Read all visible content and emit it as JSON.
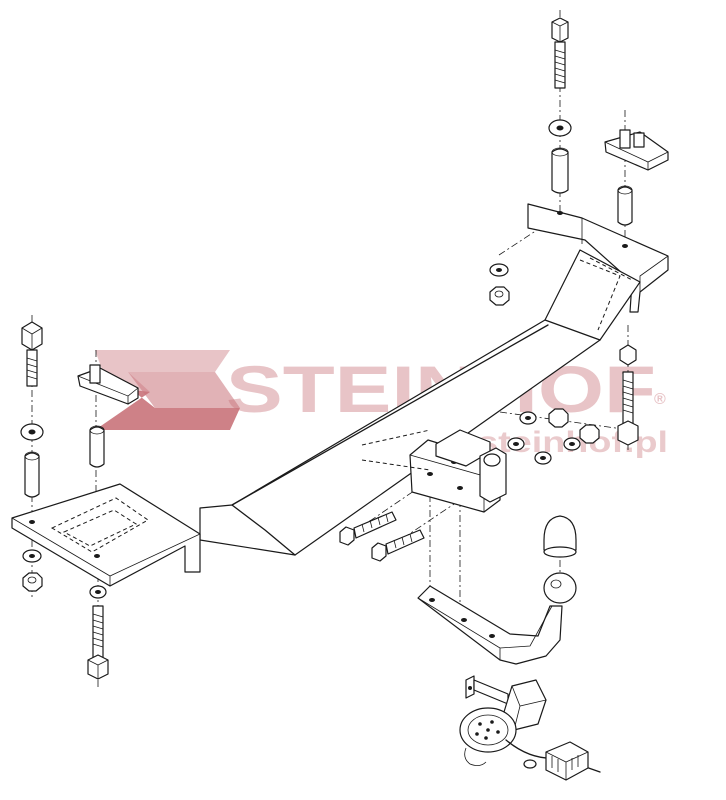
{
  "watermark": {
    "brand": "STEINHOF",
    "registered_mark": "®",
    "url": "www.steinhof.pl",
    "color": "#c9737a"
  },
  "diagram": {
    "subject": "tow bar assembly exploded view",
    "line_color": "#1a1a1a",
    "background": "#ffffff"
  }
}
